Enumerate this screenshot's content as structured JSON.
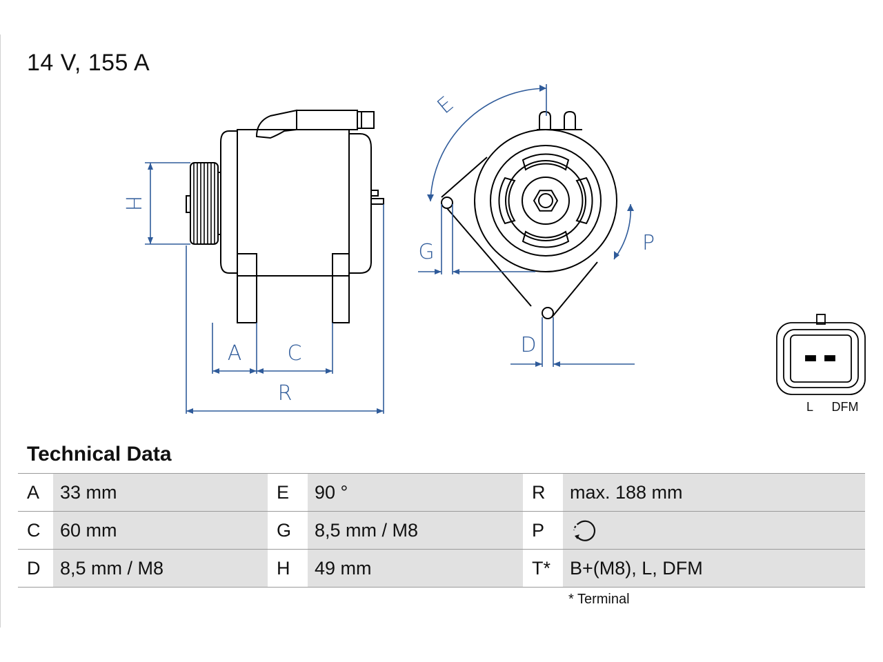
{
  "headline": "14 V, 155 A",
  "dimension_labels": {
    "A": "A",
    "C": "C",
    "R": "R",
    "H": "H",
    "E": "E",
    "G": "G",
    "D": "D",
    "P": "P"
  },
  "connector": {
    "label_left": "L",
    "label_right": "DFM"
  },
  "section_title": "Technical Data",
  "specs": [
    [
      {
        "key": "A",
        "value": "33 mm"
      },
      {
        "key": "E",
        "value": "90 °"
      },
      {
        "key": "R",
        "value": "max. 188 mm"
      }
    ],
    [
      {
        "key": "C",
        "value": "60 mm"
      },
      {
        "key": "G",
        "value": "8,5 mm / M8"
      },
      {
        "key": "P",
        "value": "",
        "icon": "clockwise-rotation-icon"
      }
    ],
    [
      {
        "key": "D",
        "value": "8,5 mm / M8"
      },
      {
        "key": "H",
        "value": "49 mm"
      },
      {
        "key": "T*",
        "value": "B+(M8), L, DFM"
      }
    ]
  ],
  "footnote": "* Terminal",
  "colors": {
    "outline": "#000000",
    "dimension": "#2f5b9a",
    "table_fill": "#e1e1e1",
    "table_rule": "#9a9a9a"
  }
}
